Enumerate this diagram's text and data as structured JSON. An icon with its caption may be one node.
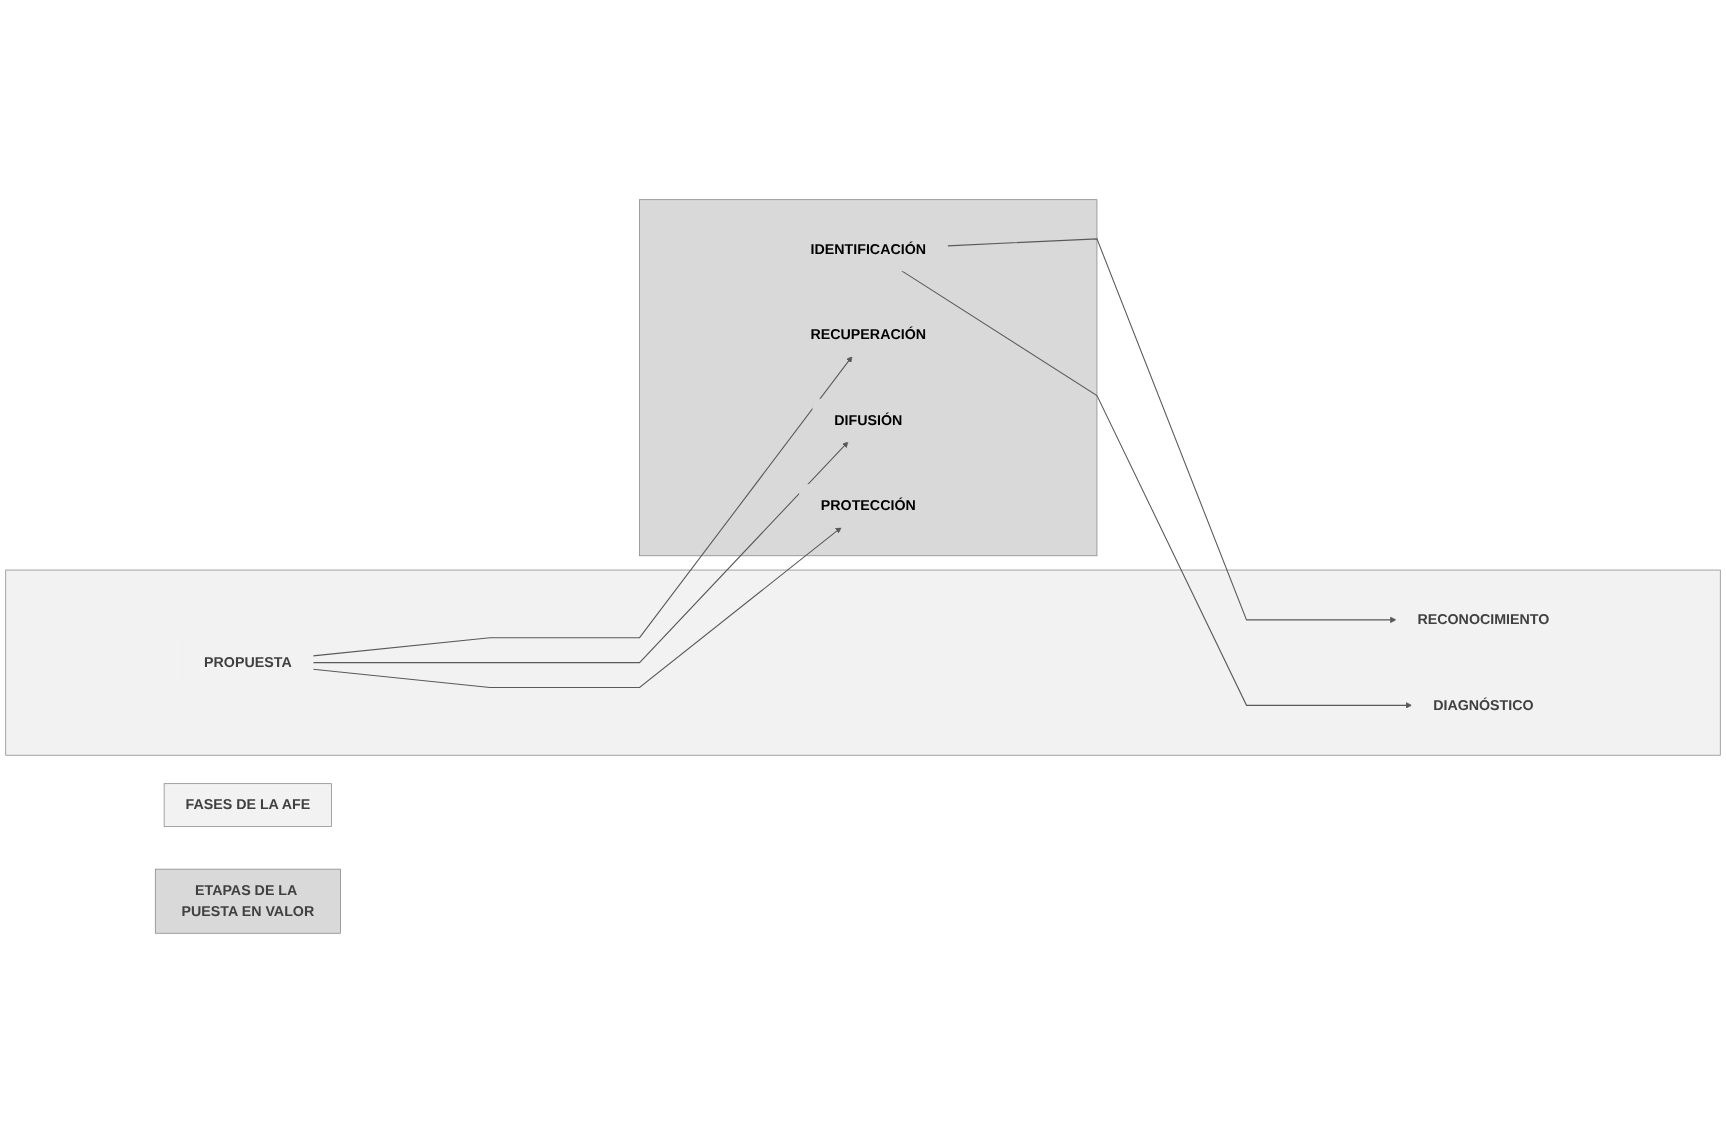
{
  "diagram": {
    "nodes": [
      {
        "text": [
          "FASES DE LA AFE"
        ]
      },
      {
        "text": [
          "ETAPAS DE LA PUESTA EN VALOR"
        ]
      },
      {
        "text": [],
        "shape": "box"
      },
      {
        "text": [
          "RECONOCIMIENTO"
        ],
        "in": 2
      },
      {
        "text": [
          "DIAGNÓSTICO"
        ],
        "in": 2
      },
      {
        "text": [
          "PROPUESTA"
        ],
        "in": 2
      },
      {
        "text": [],
        "shape": "box"
      },
      {
        "text": [
          "IDENTIFICACIÓN"
        ],
        "in": 6
      },
      {
        "text": [
          "RECUPERACIÓN"
        ],
        "in": 6
      },
      {
        "text": [
          "DIFUSIÓN"
        ],
        "in": 6
      },
      {
        "text": [
          "PROTECCIÓN"
        ],
        "in": 6
      }
    ],
    "edges": [
      {
        "from": 7,
        "to": 3,
        "arrow": "to"
      },
      {
        "from": 7,
        "to": 4,
        "arrow": "to"
      },
      {
        "from": 5,
        "to": 8,
        "arrow": "to"
      },
      {
        "from": 5,
        "to": 9,
        "arrow": "to"
      },
      {
        "from": 5,
        "to": 10,
        "arrow": "to"
      }
    ]
  }
}
